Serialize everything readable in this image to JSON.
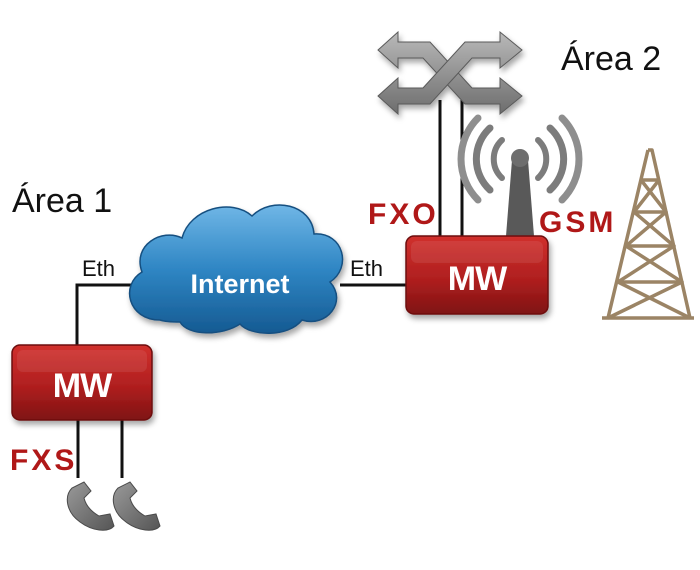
{
  "areas": {
    "area1": "Área 1",
    "area2": "Área 2"
  },
  "links": {
    "eth_left": "Eth",
    "eth_right": "Eth"
  },
  "cloud": {
    "label": "Internet"
  },
  "devices": {
    "left": {
      "logo": "MW",
      "port": "FXS"
    },
    "right": {
      "logo": "MW",
      "ports": [
        "FXO",
        "GSM"
      ]
    }
  },
  "icons": [
    "network-switch-icon",
    "antenna-signal-icon",
    "cell-tower-icon",
    "telephone-icon",
    "internet-cloud-icon"
  ],
  "colors": {
    "device_red": "#b31f1f",
    "port_label_red": "#b01818",
    "cloud_blue": "#2f86c4",
    "line": "#111111",
    "gray_icon": "#8a8a8a",
    "tower_brown": "#a0896a"
  }
}
